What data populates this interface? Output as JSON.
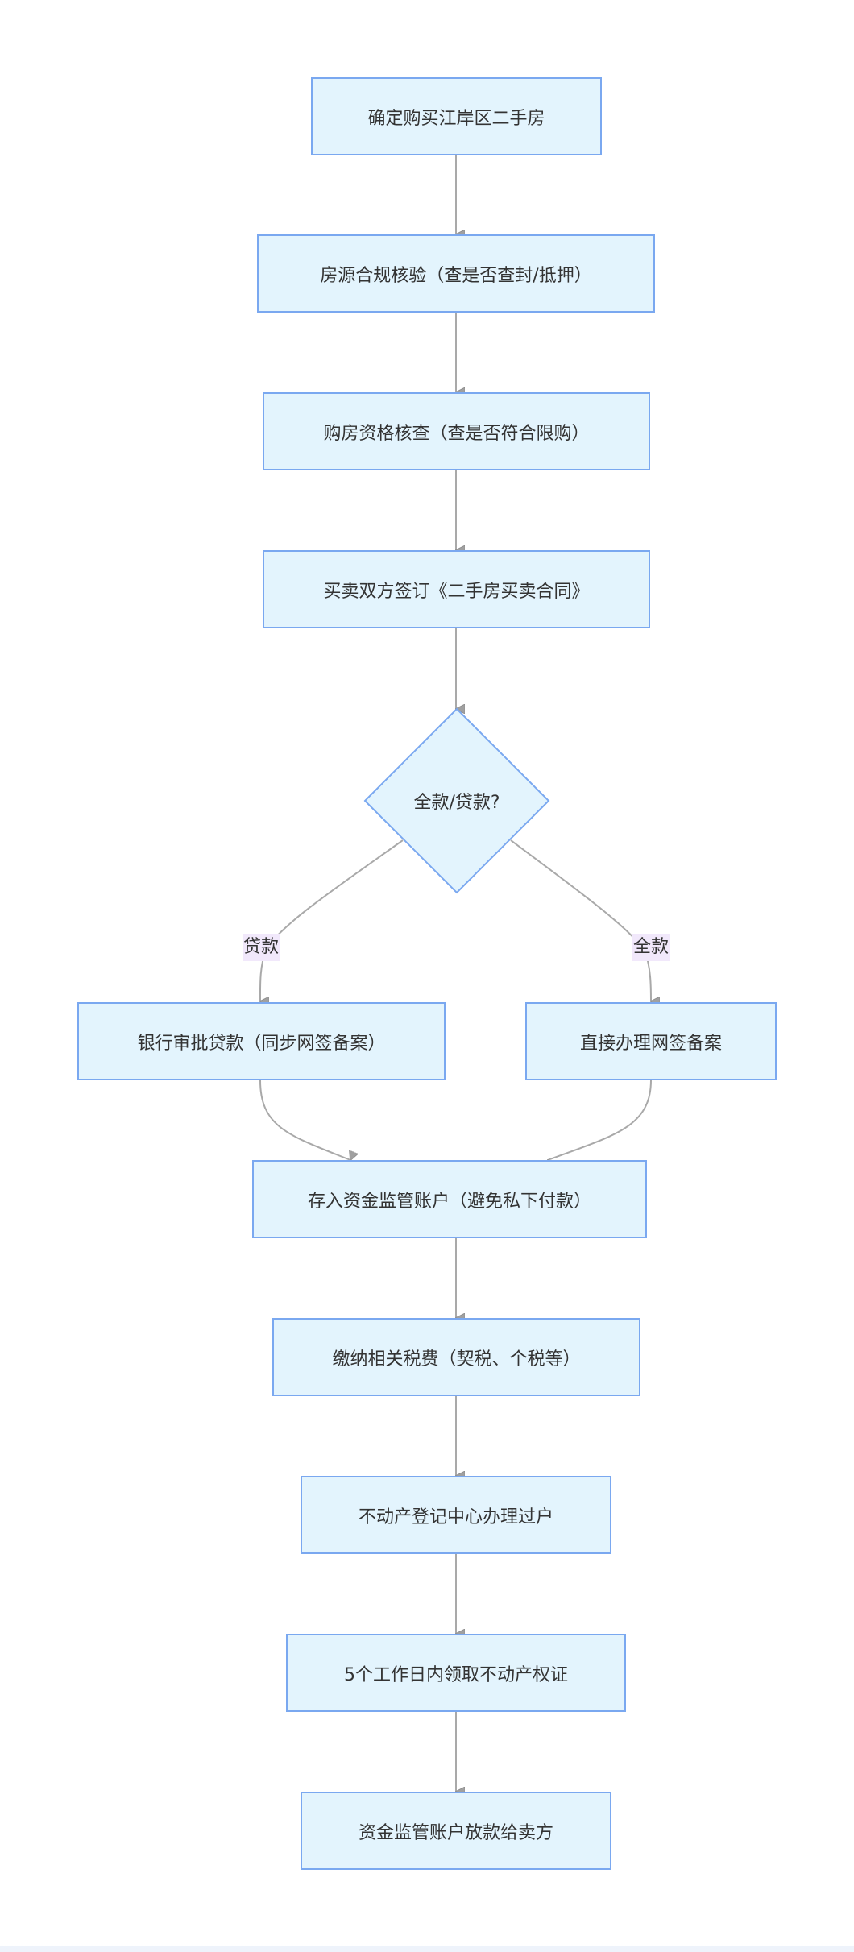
{
  "diagram": {
    "type": "flowchart",
    "colors": {
      "node_fill": "#e3f4fd",
      "node_border": "#7aa8f0",
      "edge": "#a9a9a9",
      "edge_label_bg": "#f1e8fb",
      "text": "#333333"
    },
    "nodes": [
      {
        "id": "n1",
        "label": "确定购买江岸区二手房"
      },
      {
        "id": "n2",
        "label": "房源合规核验（查是否查封/抵押）"
      },
      {
        "id": "n3",
        "label": "购房资格核查（查是否符合限购）"
      },
      {
        "id": "n4",
        "label": "买卖双方签订《二手房买卖合同》"
      },
      {
        "id": "d1",
        "label": "全款/贷款?",
        "shape": "diamond"
      },
      {
        "id": "n5",
        "label": "银行审批贷款（同步网签备案）"
      },
      {
        "id": "n6",
        "label": "直接办理网签备案"
      },
      {
        "id": "n7",
        "label": "存入资金监管账户（避免私下付款）"
      },
      {
        "id": "n8",
        "label": "缴纳相关税费（契税、个税等）"
      },
      {
        "id": "n9",
        "label": "不动产登记中心办理过户"
      },
      {
        "id": "n10",
        "label": "5个工作日内领取不动产权证"
      },
      {
        "id": "n11",
        "label": "资金监管账户放款给卖方"
      }
    ],
    "edges": [
      {
        "from": "n1",
        "to": "n2",
        "label": ""
      },
      {
        "from": "n2",
        "to": "n3",
        "label": ""
      },
      {
        "from": "n3",
        "to": "n4",
        "label": ""
      },
      {
        "from": "n4",
        "to": "d1",
        "label": ""
      },
      {
        "from": "d1",
        "to": "n5",
        "label": "贷款"
      },
      {
        "from": "d1",
        "to": "n6",
        "label": "全款"
      },
      {
        "from": "n5",
        "to": "n7",
        "label": ""
      },
      {
        "from": "n6",
        "to": "n7",
        "label": ""
      },
      {
        "from": "n7",
        "to": "n8",
        "label": ""
      },
      {
        "from": "n8",
        "to": "n9",
        "label": ""
      },
      {
        "from": "n9",
        "to": "n10",
        "label": ""
      },
      {
        "from": "n10",
        "to": "n11",
        "label": ""
      }
    ]
  }
}
